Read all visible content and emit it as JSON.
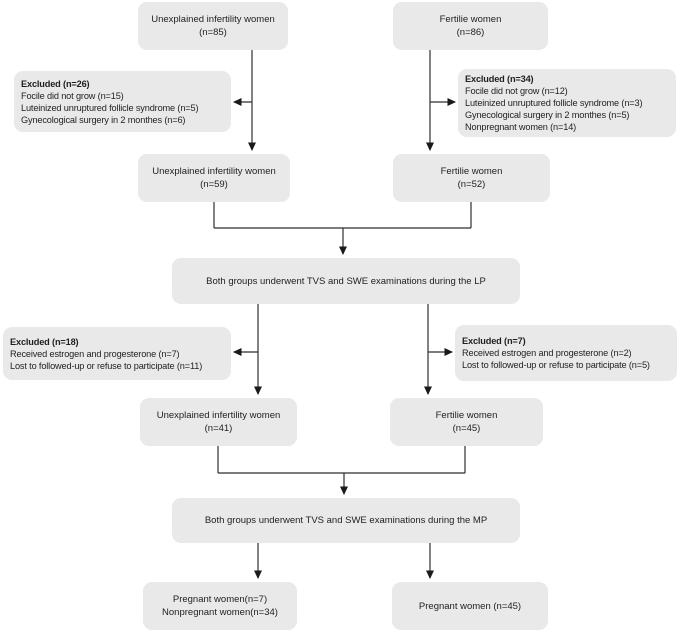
{
  "figure": {
    "type": "participant-flow-diagram",
    "colors": {
      "background": "#ffffff",
      "box_fill": "#e9e9e9",
      "line": "#2f2f2f",
      "text": "#1f1f1f"
    },
    "nodes": {
      "uiw85": {
        "line1": "Unexplained infertility women",
        "line2": "(n=85)"
      },
      "fw86": {
        "line1": "Fertilie women",
        "line2": "(n=86)"
      },
      "excl26": {
        "title": "Excluded (n=26)",
        "items": [
          "Focile did not grow (n=15)",
          "Luteinized unruptured follicle syndrome (n=5)",
          "Gynecological surgery in 2 monthes (n=6)"
        ]
      },
      "excl34": {
        "title": "Excluded (n=34)",
        "items": [
          "Focile did not grow (n=12)",
          "Luteinized unruptured follicle syndrome (n=3)",
          "Gynecological surgery in 2 monthes (n=5)",
          "Nonpregnant women (n=14)"
        ]
      },
      "uiw59": {
        "line1": "Unexplained infertility women",
        "line2": "(n=59)"
      },
      "fw52": {
        "line1": "Fertilie women",
        "line2": "(n=52)"
      },
      "lp": {
        "line1": "Both groups underwent TVS and SWE examinations during the LP"
      },
      "excl18": {
        "title": "Excluded (n=18)",
        "items": [
          "Received estrogen and progesterone (n=7)",
          "Lost to followed-up or refuse to participate (n=11)"
        ]
      },
      "excl7": {
        "title": "Excluded (n=7)",
        "items": [
          "Received estrogen and progesterone (n=2)",
          "Lost to followed-up or refuse to participate (n=5)"
        ]
      },
      "uiw41": {
        "line1": "Unexplained infertility women",
        "line2": "(n=41)"
      },
      "fw45": {
        "line1": "Fertilie women",
        "line2": "(n=45)"
      },
      "mp": {
        "line1": "Both groups underwent TVS and SWE examinations during the MP"
      },
      "preg7": {
        "line1": "Pregnant women(n=7)",
        "line2": "Nonpregnant women(n=34)"
      },
      "preg45": {
        "line1": "Pregnant women (n=45)"
      }
    }
  }
}
